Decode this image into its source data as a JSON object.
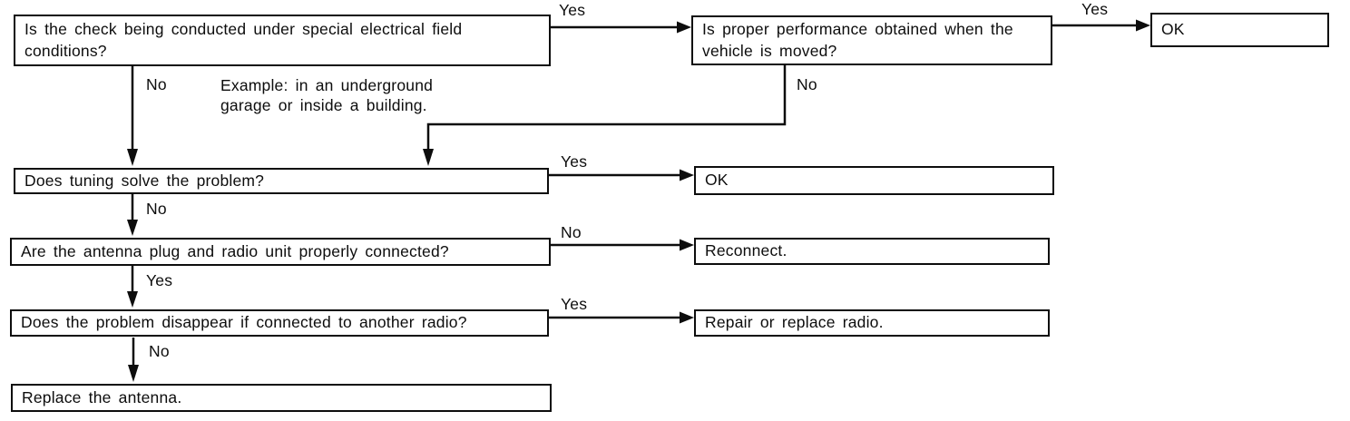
{
  "flowchart": {
    "nodes": {
      "q1": {
        "text": "Is the check being conducted under special electrical field conditions?"
      },
      "q2": {
        "text": "Is proper performance obtained when the vehicle is moved?"
      },
      "ok1": {
        "text": "OK"
      },
      "q3": {
        "text": "Does tuning solve the problem?"
      },
      "ok2": {
        "text": "OK"
      },
      "q4": {
        "text": "Are the antenna plug and radio unit properly connected?"
      },
      "reconnect": {
        "text": "Reconnect."
      },
      "q5": {
        "text": "Does the problem disappear if connected to another radio?"
      },
      "repair": {
        "text": "Repair or replace radio."
      },
      "replace_antenna": {
        "text": "Replace the antenna."
      }
    },
    "edges": {
      "q1_yes": "Yes",
      "q1_no": "No",
      "q2_yes": "Yes",
      "q2_no": "No",
      "q3_yes": "Yes",
      "q3_no": "No",
      "q4_no": "No",
      "q4_yes": "Yes",
      "q5_yes": "Yes",
      "q5_no": "No"
    },
    "note": {
      "line1": "Example: in an underground",
      "line2": "garage or inside a building."
    },
    "colors": {
      "background": "#ffffff",
      "line": "#0d0d0d",
      "box_border": "#0d0d0d",
      "box_background": "#ffffff",
      "text": "#0d0d0d"
    }
  }
}
